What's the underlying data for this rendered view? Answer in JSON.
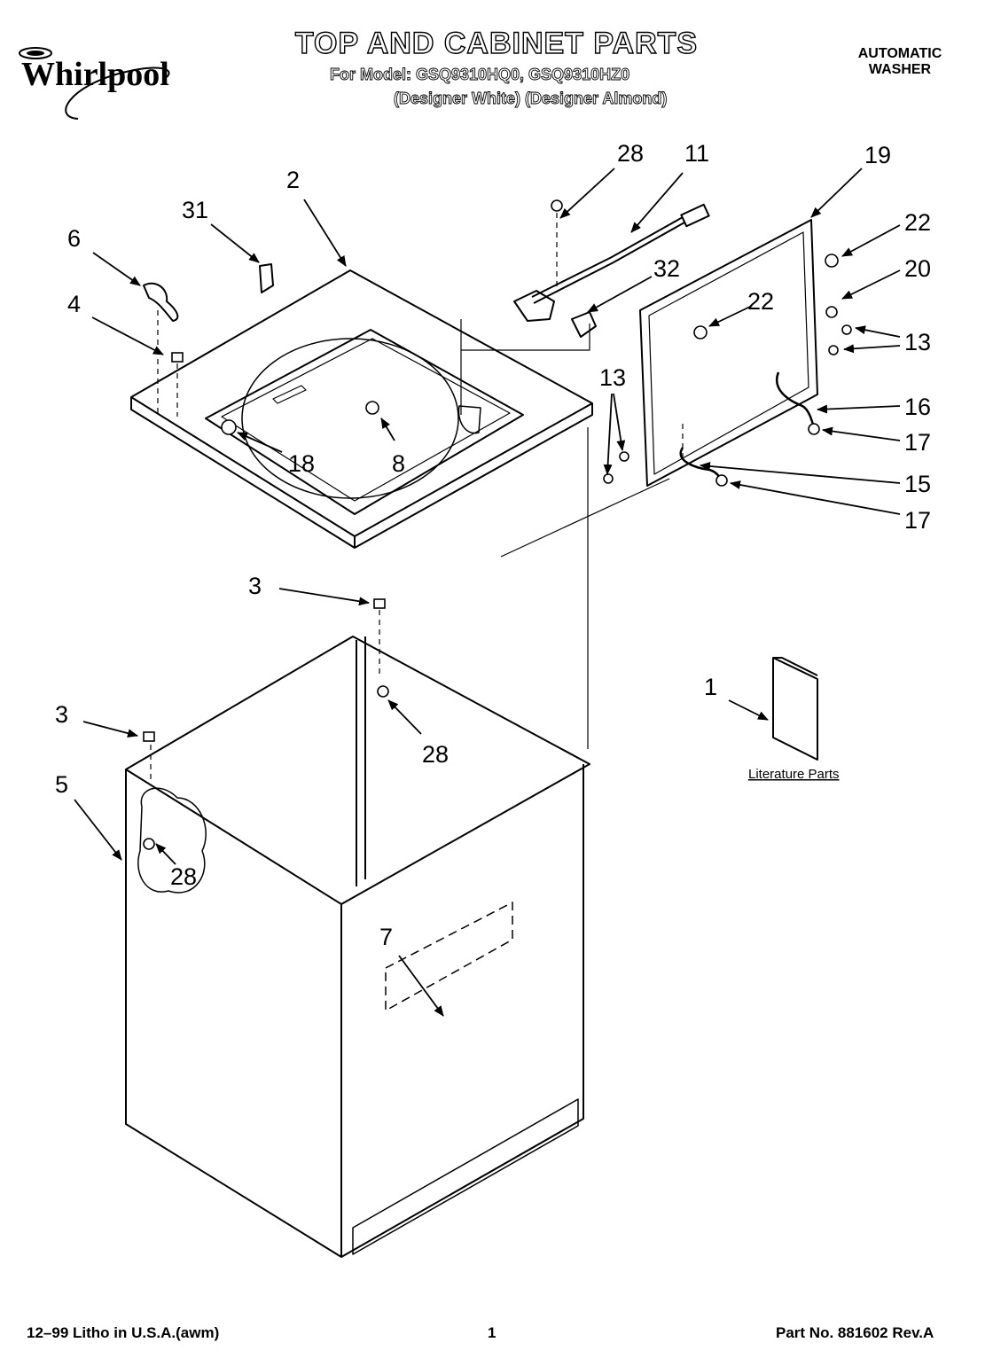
{
  "header": {
    "brand": "Whirlpool",
    "title": "TOP AND CABINET PARTS",
    "model_line": "For Model: GSQ9310HQ0, GSQ9310HZ0",
    "color_line": "(Designer White) (Designer Almond)",
    "product_type_line1": "AUTOMATIC",
    "product_type_line2": "WASHER"
  },
  "callouts": {
    "c28_top": "28",
    "c11": "11",
    "c19": "19",
    "c2": "2",
    "c31": "31",
    "c6": "6",
    "c4": "4",
    "c32": "32",
    "c22_right": "22",
    "c20": "20",
    "c22_left": "22",
    "c13_right": "13",
    "c13_left": "13",
    "c16": "16",
    "c17_upper": "17",
    "c15": "15",
    "c17_lower": "17",
    "c18": "18",
    "c8": "8",
    "c3_upper": "3",
    "c3_lower": "3",
    "c28_mid": "28",
    "c28_low": "28",
    "c1": "1",
    "c5": "5",
    "c7": "7"
  },
  "literature_label": "Literature Parts",
  "footer": {
    "left": "12–99 Litho in U.S.A.(awm)",
    "page": "1",
    "right": "Part No. 881602 Rev.A"
  }
}
